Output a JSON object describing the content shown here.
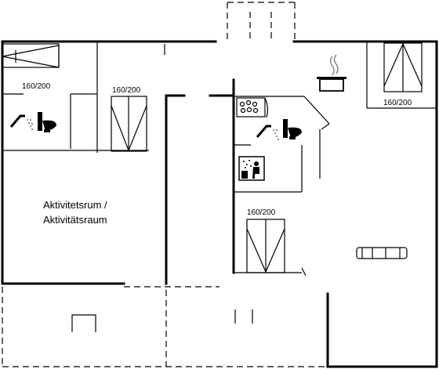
{
  "rooms": {
    "activity_room": {
      "line1": "Aktivitetsrum /",
      "line2": "Aktivitätsraum"
    }
  },
  "beds": [
    {
      "id": "bed-top-left",
      "size": "160/200"
    },
    {
      "id": "bed-left-second",
      "size": "160/200"
    },
    {
      "id": "bed-top-right",
      "size": "160/200"
    },
    {
      "id": "bed-center",
      "size": "160/200"
    }
  ],
  "icons": [
    "shower-icon",
    "toilet-icon",
    "cooking-pot-icon",
    "stove-icon",
    "sauna-icon",
    "sofa-icon",
    "bed-icon"
  ]
}
